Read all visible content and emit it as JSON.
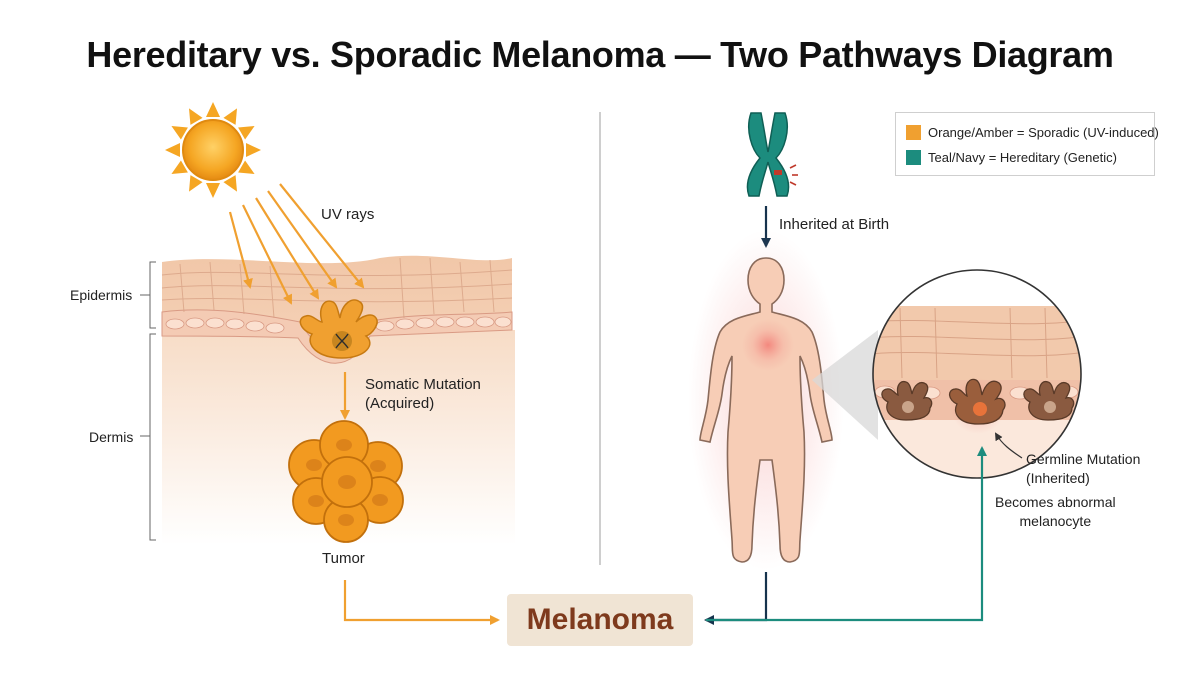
{
  "title": "Hereditary vs. Sporadic Melanoma — Two Pathways Diagram",
  "legend": [
    {
      "label": "Orange/Amber = Sporadic (UV-induced)",
      "color": "#f0a030"
    },
    {
      "label": "Teal/Navy = Hereditary (Genetic)",
      "color": "#1c8c7e"
    }
  ],
  "sporadic": {
    "uv_label": "UV rays",
    "epidermis_label": "Epidermis",
    "dermis_label": "Dermis",
    "mutation_label_line1": "Somatic Mutation",
    "mutation_label_line2": "(Acquired)",
    "tumor_label": "Tumor"
  },
  "hereditary": {
    "inherited_label": "Inherited at Birth",
    "germline_label_line1": "Germline Mutation",
    "germline_label_line2": "(Inherited)",
    "abnormal_label_line1": "Becomes abnormal",
    "abnormal_label_line2": "melanocyte"
  },
  "outcome": {
    "label": "Melanoma"
  },
  "colors": {
    "orange": "#f0a030",
    "teal": "#1c8c7e",
    "navy": "#16334d",
    "outcome_text": "#7e3a1d"
  }
}
